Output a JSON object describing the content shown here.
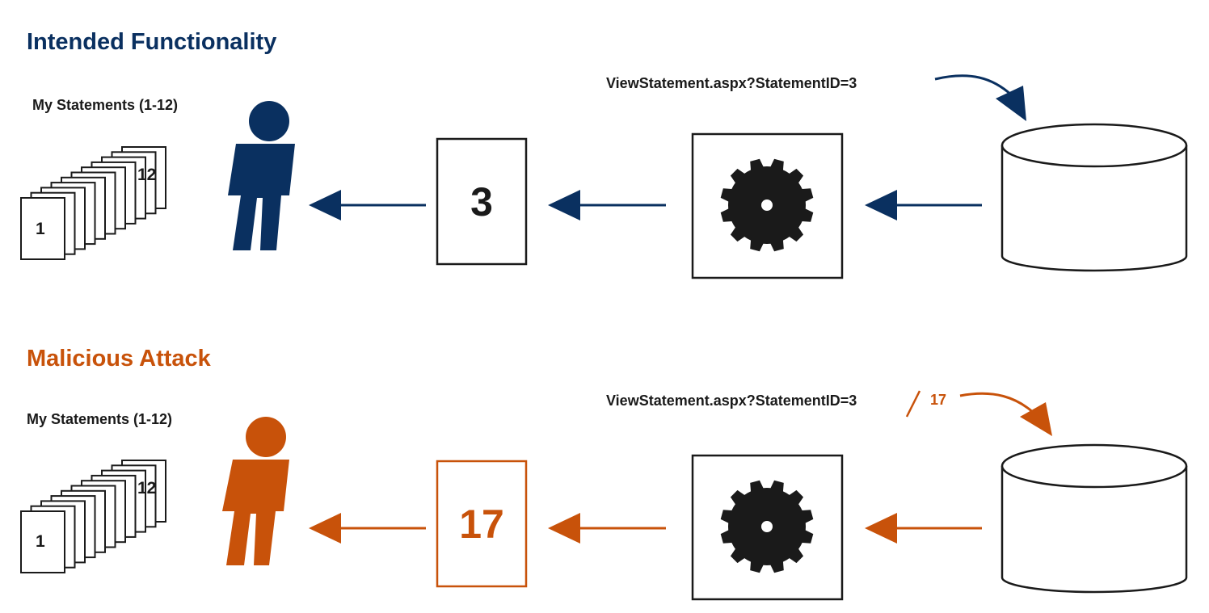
{
  "colors": {
    "intended": "#0a3060",
    "attack": "#c8520a",
    "ink": "#1a1a1a"
  },
  "intended": {
    "heading": "Intended Functionality",
    "statements_label": "My Statements (1-12)",
    "first_page": "1",
    "last_page": "12",
    "document_number": "3",
    "url": "ViewStatement.aspx?StatementID=3"
  },
  "attack": {
    "heading": "Malicious Attack",
    "statements_label": "My Statements (1-12)",
    "first_page": "1",
    "last_page": "12",
    "document_number": "17",
    "url": "ViewStatement.aspx?StatementID=3",
    "tampered_value": "17"
  },
  "icons": [
    "statement-stack-icon",
    "user-icon",
    "document-icon",
    "gear-icon",
    "database-icon",
    "arrow-left-icon",
    "curved-arrow-icon"
  ]
}
